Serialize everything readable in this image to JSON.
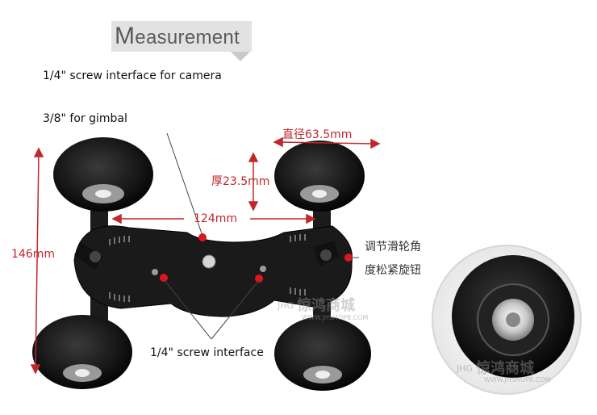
{
  "banner": {
    "first_letter": "M",
    "rest": "easurement"
  },
  "notes": {
    "camera_screw": "1/4\" screw interface for camera",
    "gimbal": "3/8\"  for gimbal",
    "screw_interface": "1/4\" screw interface"
  },
  "dimensions": {
    "diameter": "直径63.5mm",
    "thickness": "厚23.5mm",
    "width": "124mm",
    "length": "146mm"
  },
  "knob_label": {
    "line1": "调节滑轮角",
    "line2": "度松紧旋钮"
  },
  "watermark": {
    "brand_cn": "惊鸿商城",
    "brand_initial": "JHG",
    "site": "WWW.JHSHOP8.COM"
  },
  "colors": {
    "accent_red": "#c1272d",
    "wheel_black": "#151515",
    "banner_gray": "#e2e2e2"
  }
}
